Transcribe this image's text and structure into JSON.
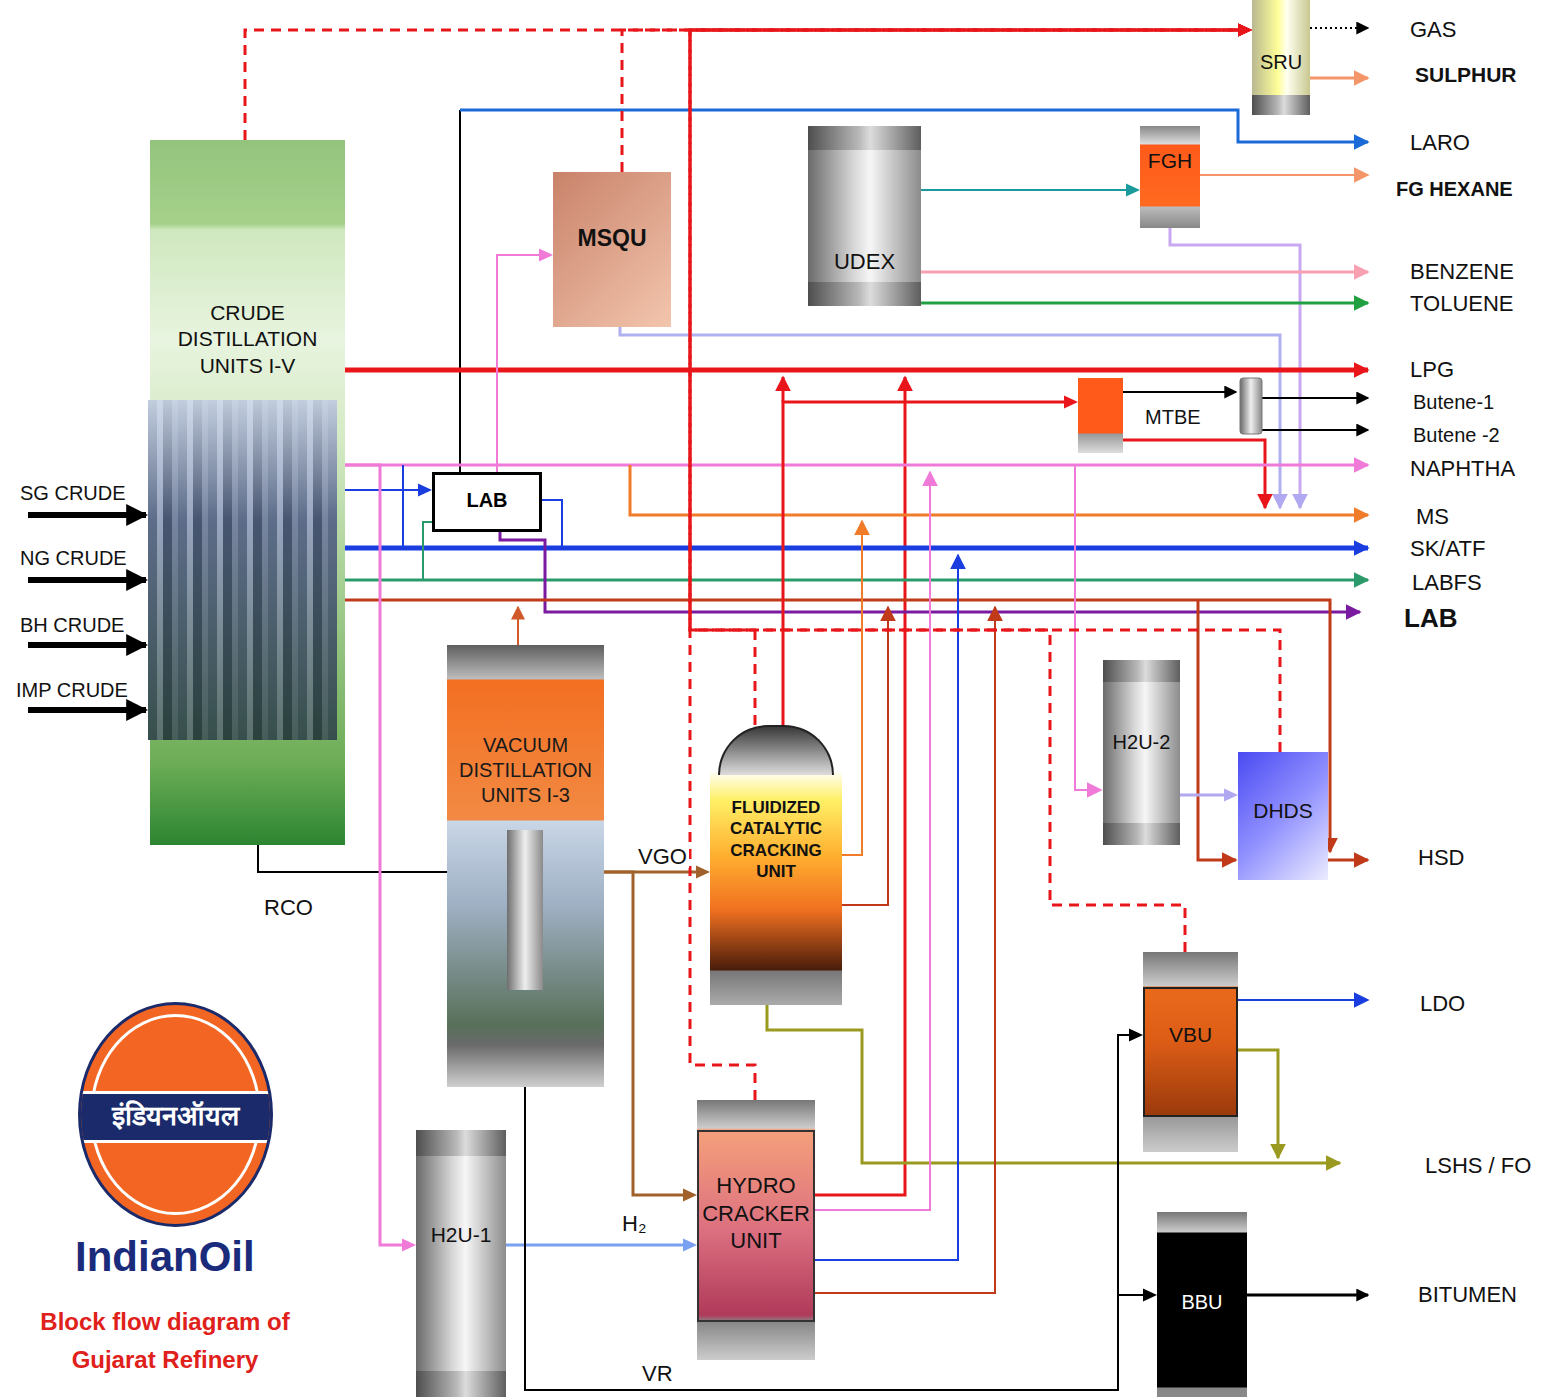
{
  "diagram": {
    "title": "Block flow diagram of Gujarat Refinery",
    "nodes": [
      {
        "text": [
          "CRUDE DISTILLATION UNITS I-V"
        ]
      },
      {
        "text": [
          "VACUUM DISTILLATION UNITS I-3"
        ]
      },
      {
        "text": [
          "MSQU"
        ]
      },
      {
        "text": [
          "UDEX"
        ]
      },
      {
        "text": [
          "FGH"
        ]
      },
      {
        "text": [
          "SRU"
        ]
      },
      {
        "text": [
          "LAB"
        ]
      },
      {
        "text": [
          "MTBE"
        ]
      },
      {
        "text": [
          "FLUIDIZED CATALYTIC CRACKING UNIT"
        ]
      },
      {
        "text": [
          "H2U-2"
        ]
      },
      {
        "text": [
          "DHDS"
        ]
      },
      {
        "text": [
          "VBU"
        ]
      },
      {
        "text": [
          "BBU"
        ]
      },
      {
        "text": [
          "H2U-1"
        ]
      },
      {
        "text": [
          "HYDRO CRACKER UNIT"
        ]
      },
      {
        "text": [
          "इंडियनऑयल"
        ]
      }
    ],
    "edges": [
      {
        "from": 0,
        "to": 1,
        "label": "RCO",
        "arrow": "none"
      },
      {
        "from": 0,
        "to": 6,
        "arrow": "to"
      },
      {
        "from": 6,
        "to": 2,
        "arrow": "to"
      },
      {
        "from": 0,
        "to": 13,
        "arrow": "to"
      },
      {
        "from": 1,
        "to": 8,
        "label": "VGO",
        "arrow": "to"
      },
      {
        "from": 1,
        "to": 14,
        "arrow": "to"
      },
      {
        "from": 13,
        "to": 14,
        "label": "H₂",
        "arrow": "to"
      },
      {
        "from": 1,
        "to": 11,
        "label": "VR",
        "arrow": "to"
      },
      {
        "from": 1,
        "to": 12,
        "arrow": "to"
      },
      {
        "from": 3,
        "to": 4,
        "arrow": "to"
      },
      {
        "from": 8,
        "to": 7,
        "arrow": "to"
      },
      {
        "from": 9,
        "to": 10,
        "arrow": "to"
      },
      {
        "from": 0,
        "to": 5,
        "arrow": "to"
      },
      {
        "from": 2,
        "to": 5,
        "arrow": "to"
      },
      {
        "from": 8,
        "to": 5,
        "arrow": "to"
      },
      {
        "from": 14,
        "to": 5,
        "arrow": "to"
      },
      {
        "from": 10,
        "to": 5,
        "arrow": "to"
      },
      {
        "from": 11,
        "to": 5,
        "arrow": "to"
      }
    ],
    "labels": [
      "IndianOil",
      "SG CRUDE",
      "NG CRUDE",
      "BH CRUDE",
      "IMP CRUDE",
      "GAS",
      "SULPHUR",
      "LARO",
      "FG HEXANE",
      "BENZENE",
      "TOLUENE",
      "LPG",
      "Butene-1",
      "Butene -2",
      "NAPHTHA",
      "MS",
      "SK/ATF",
      "LABFS",
      "LAB",
      "HSD",
      "LDO",
      "LSHS / FO",
      "BITUMEN"
    ]
  }
}
